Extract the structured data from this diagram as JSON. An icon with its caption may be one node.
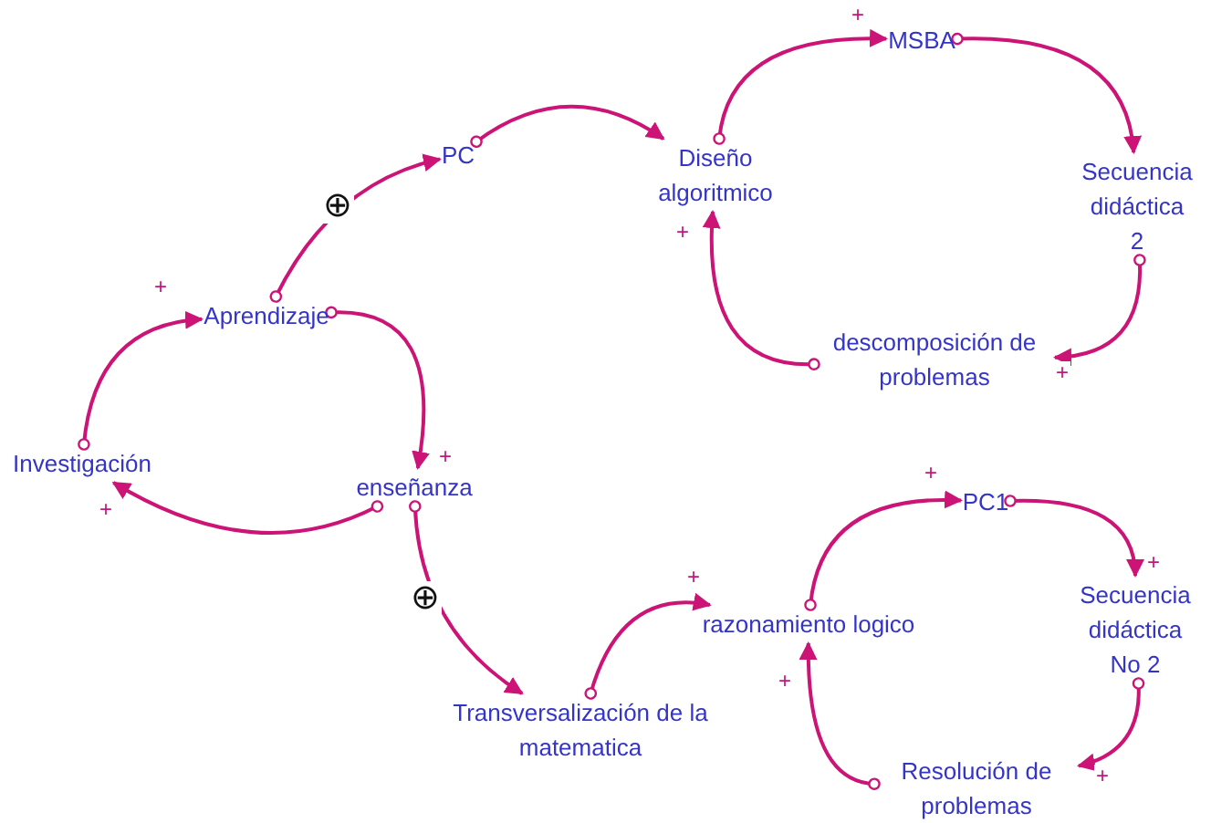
{
  "diagram": {
    "nodes": [
      {
        "text": [
          "Investigación"
        ]
      },
      {
        "text": [
          "Aprendizaje"
        ]
      },
      {
        "text": [
          "enseñanza"
        ]
      },
      {
        "text": [
          "PC"
        ]
      },
      {
        "text": [
          "Diseño algoritmico"
        ]
      },
      {
        "text": [
          "MSBA"
        ]
      },
      {
        "text": [
          "Secuencia didáctica 2"
        ]
      },
      {
        "text": [
          "descomposición de problemas"
        ]
      },
      {
        "text": [
          "Transversalización de la matematica"
        ]
      },
      {
        "text": [
          "razonamiento logico"
        ]
      },
      {
        "text": [
          "PC1"
        ]
      },
      {
        "text": [
          "Secuencia didáctica No 2"
        ]
      },
      {
        "text": [
          "Resolución de problemas"
        ]
      }
    ],
    "edges": [
      {
        "from": 0,
        "to": 1,
        "arrow": "to",
        "label": "+"
      },
      {
        "from": 1,
        "to": 2,
        "arrow": "to",
        "label": "+"
      },
      {
        "from": 2,
        "to": 0,
        "arrow": "to",
        "label": "+"
      },
      {
        "from": 1,
        "to": 3,
        "arrow": "to",
        "label": "⊕"
      },
      {
        "from": 3,
        "to": 4,
        "arrow": "to"
      },
      {
        "from": 4,
        "to": 5,
        "arrow": "to",
        "label": "+"
      },
      {
        "from": 5,
        "to": 6,
        "arrow": "to"
      },
      {
        "from": 6,
        "to": 7,
        "arrow": "to",
        "label": "+"
      },
      {
        "from": 7,
        "to": 4,
        "arrow": "to",
        "label": "+"
      },
      {
        "from": 2,
        "to": 8,
        "arrow": "to",
        "label": "⊕"
      },
      {
        "from": 8,
        "to": 9,
        "arrow": "to",
        "label": "+"
      },
      {
        "from": 9,
        "to": 10,
        "arrow": "to",
        "label": "+"
      },
      {
        "from": 10,
        "to": 11,
        "arrow": "to",
        "label": "+"
      },
      {
        "from": 11,
        "to": 12,
        "arrow": "to",
        "label": "+"
      },
      {
        "from": 12,
        "to": 9,
        "arrow": "to",
        "label": "+"
      }
    ]
  }
}
